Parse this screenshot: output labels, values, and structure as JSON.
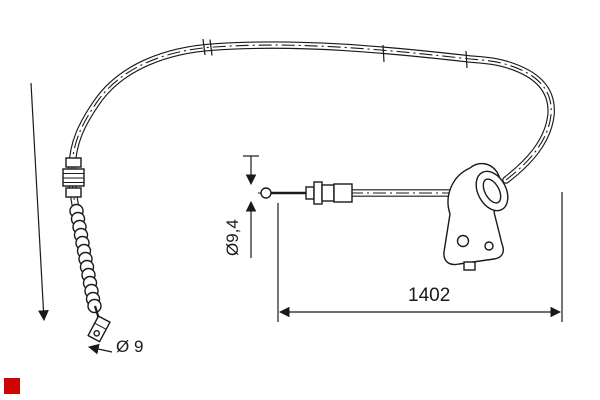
{
  "window": {
    "background": "#ffffff"
  },
  "diagram": {
    "subject": "parking-brake-cable-technical-drawing",
    "line_color": "#1a1a1a",
    "labels": {
      "clevis_end_diameter": "Ø 9",
      "ball_end_diameter": "Ø9,4",
      "overall_length": "1402"
    }
  },
  "brand": {
    "color": "#cc0606"
  }
}
